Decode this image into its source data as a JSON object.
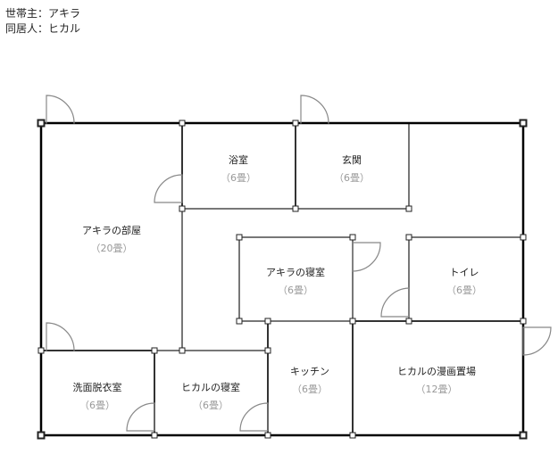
{
  "header": {
    "head_label": "世帯主：",
    "head_name": "アキラ",
    "cohab_label": "同居人：",
    "cohab_name": "ヒカル"
  },
  "rooms": [
    {
      "name": "アキラの部屋",
      "size": "（20畳）"
    },
    {
      "name": "浴室",
      "size": "（6畳）"
    },
    {
      "name": "玄関",
      "size": "（6畳）"
    },
    {
      "name": "アキラの寝室",
      "size": "（6畳）"
    },
    {
      "name": "トイレ",
      "size": "（6畳）"
    },
    {
      "name": "洗面脱衣室",
      "size": "（6畳）"
    },
    {
      "name": "ヒカルの寝室",
      "size": "（6畳）"
    },
    {
      "name": "キッチン",
      "size": "（6畳）"
    },
    {
      "name": "ヒカルの漫画置場",
      "size": "（12畳）"
    }
  ]
}
